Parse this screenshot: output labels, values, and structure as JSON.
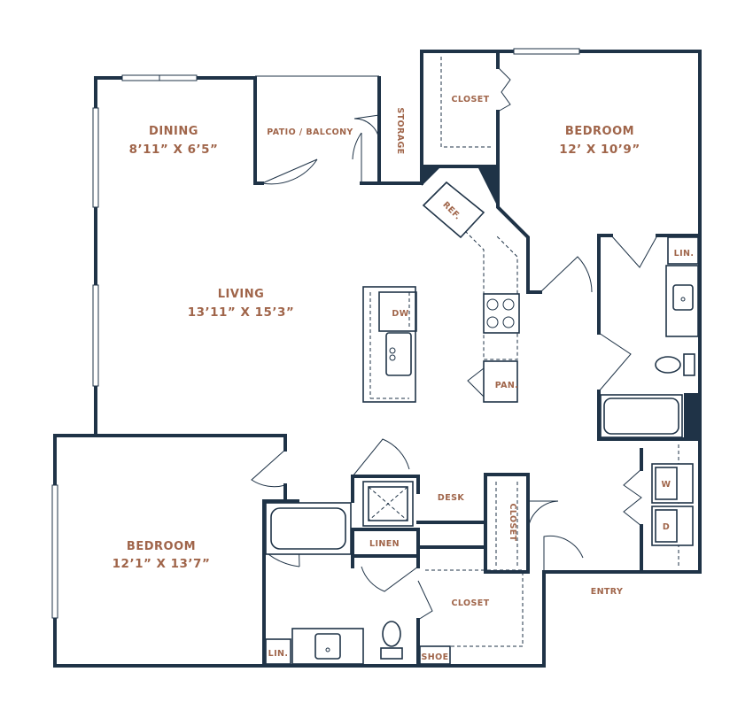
{
  "rooms": {
    "dining": {
      "name": "DINING",
      "dims": "8’11” X 6’5”"
    },
    "living": {
      "name": "LIVING",
      "dims": "13’11” X 15’3”"
    },
    "bedroom1": {
      "name": "BEDROOM",
      "dims": "12’ X 10’9”"
    },
    "bedroom2": {
      "name": "BEDROOM",
      "dims": "12’1” X 13’7”"
    },
    "patio": {
      "name": "PATIO / BALCONY"
    }
  },
  "labels": {
    "storage": "STORAGE",
    "closet_top": "CLOSET",
    "ref": "REF.",
    "linen_top": "LIN.",
    "dw": "DW",
    "pantry": "PAN.",
    "washer": "W",
    "dryer": "D",
    "desk": "DESK",
    "closet_mid": "CLOSET",
    "linen_mid": "LINEN",
    "closet_bottom": "CLOSET",
    "entry": "ENTRY",
    "linen_bottom": "LIN.",
    "shoe": "SHOE"
  },
  "colors": {
    "wall": "#1f3347",
    "label": "#a0654a",
    "background": "#ffffff"
  }
}
